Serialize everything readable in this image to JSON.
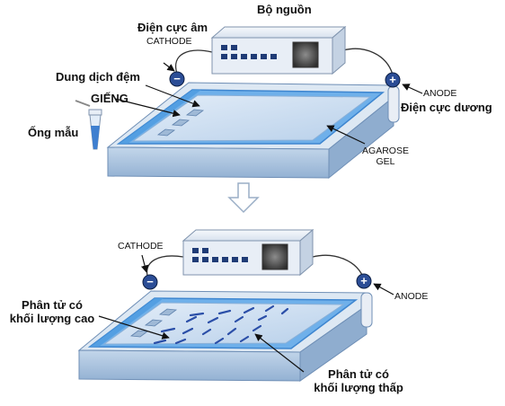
{
  "top": {
    "power_supply": "Bộ nguồn",
    "cathode_vn": "Điện cực âm",
    "cathode": "CATHODE",
    "buffer": "Dung dịch đệm",
    "wells": "GIẾNG",
    "sample_tube": "Ống mẫu",
    "anode": "ANODE",
    "anode_vn": "Điện cực dương",
    "gel_line1": "AGAROSE",
    "gel_line2": "GEL",
    "minus_sign": "−",
    "plus_sign": "+"
  },
  "bottom": {
    "cathode": "CATHODE",
    "anode": "ANODE",
    "high_mw_line1": "Phân tử có",
    "high_mw_line2": "khối lượng cao",
    "low_mw_line1": "Phân tử có",
    "low_mw_line2": "khối lượng thấp",
    "minus_sign": "−",
    "plus_sign": "+"
  },
  "colors": {
    "tank_face": "#a9c3df",
    "tank_top": "#dde8f3",
    "gel": "#c9dcef",
    "buffer_glow": "#4d9be0",
    "power_body": "#e8eef6",
    "button": "#1f3b76",
    "electrode": "#2b4d96",
    "band": "#2b4fa8"
  },
  "icons": [
    "down-arrow-icon",
    "sample-tube-icon",
    "power-supply-icon"
  ]
}
